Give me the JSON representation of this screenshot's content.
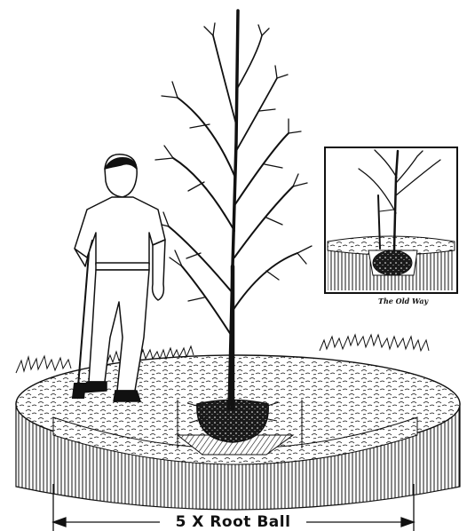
{
  "inset": {
    "caption": "The Old Way"
  },
  "dimension": {
    "label": "5 X Root Ball"
  },
  "colors": {
    "ink": "#111111",
    "paper": "#ffffff"
  },
  "icons": [
    "tree-illustration",
    "person-illustration",
    "shovel-illustration",
    "root-ball-illustration",
    "arrow-left-icon",
    "arrow-right-icon"
  ]
}
